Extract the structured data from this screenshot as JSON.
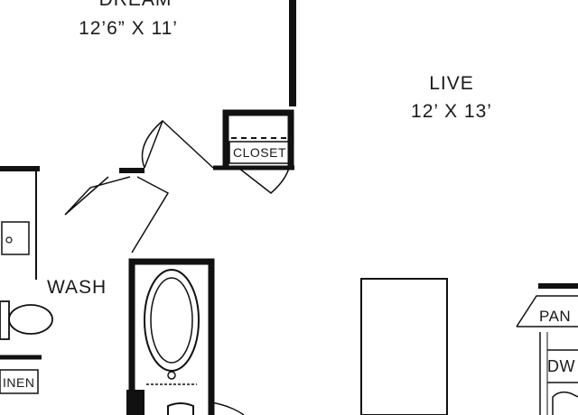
{
  "rooms": {
    "dream": {
      "name": "DREAM",
      "size": "12’6” X 11’"
    },
    "live": {
      "name": "LIVE",
      "size": "12’ X 13’"
    },
    "wash": {
      "name": "WASH"
    }
  },
  "labels": {
    "closet": "CLOSET",
    "linen": "INEN",
    "pantry": "PAN",
    "dishwasher": "DW"
  },
  "colors": {
    "wall": "#111111",
    "ink": "#1a1a1a",
    "background": "#ffffff"
  }
}
